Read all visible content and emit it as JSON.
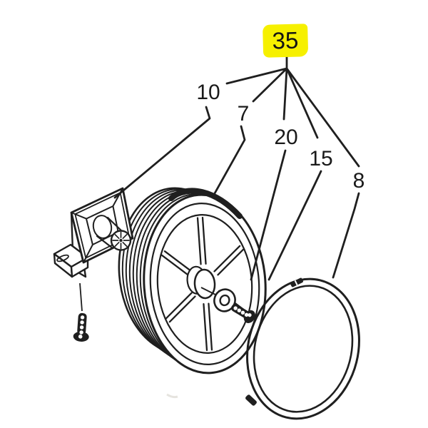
{
  "diagram": {
    "background_color": "#ffffff",
    "line_color": "#1f1f1f",
    "highlight": {
      "label": "35",
      "color": "#f6f000"
    },
    "callouts": [
      {
        "label": "10"
      },
      {
        "label": "7"
      },
      {
        "label": "20"
      },
      {
        "label": "15"
      },
      {
        "label": "8"
      }
    ],
    "parts": [
      "mount-bracket",
      "mount-screw",
      "grooved-wheel",
      "hub-washer",
      "hub-screw",
      "retaining-ring"
    ]
  }
}
